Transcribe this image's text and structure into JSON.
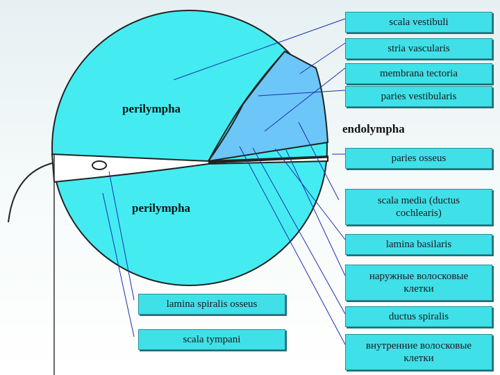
{
  "regions": {
    "perilympha_upper": "perilympha",
    "perilympha_lower": "perilympha",
    "endolympha": "endolympha"
  },
  "labels": {
    "scala_vestibuli": "scala vestibuli",
    "stria_vascularis": "stria vascularis",
    "membrana_tectoria": "membrana tectoria",
    "paries_vestibularis": "paries vestibularis",
    "paries_osseus": "paries osseus",
    "scala_media": "scala media (ductus cochlearis)",
    "lamina_basilaris": "lamina basilaris",
    "outer_hair_cells": "наружные волосковые клетки",
    "ductus_spiralis": "ductus spiralis",
    "inner_hair_cells": "внутренние волосковые клетки",
    "lamina_spiralis_osseus": "lamina spiralis osseus",
    "scala_tympani": "scala tympani"
  },
  "colors": {
    "perilymph": "#44ecf2",
    "endolymph": "#6cc6f8",
    "label_fill": "#3fe0e8",
    "leader_line": "#1b2fb0"
  }
}
